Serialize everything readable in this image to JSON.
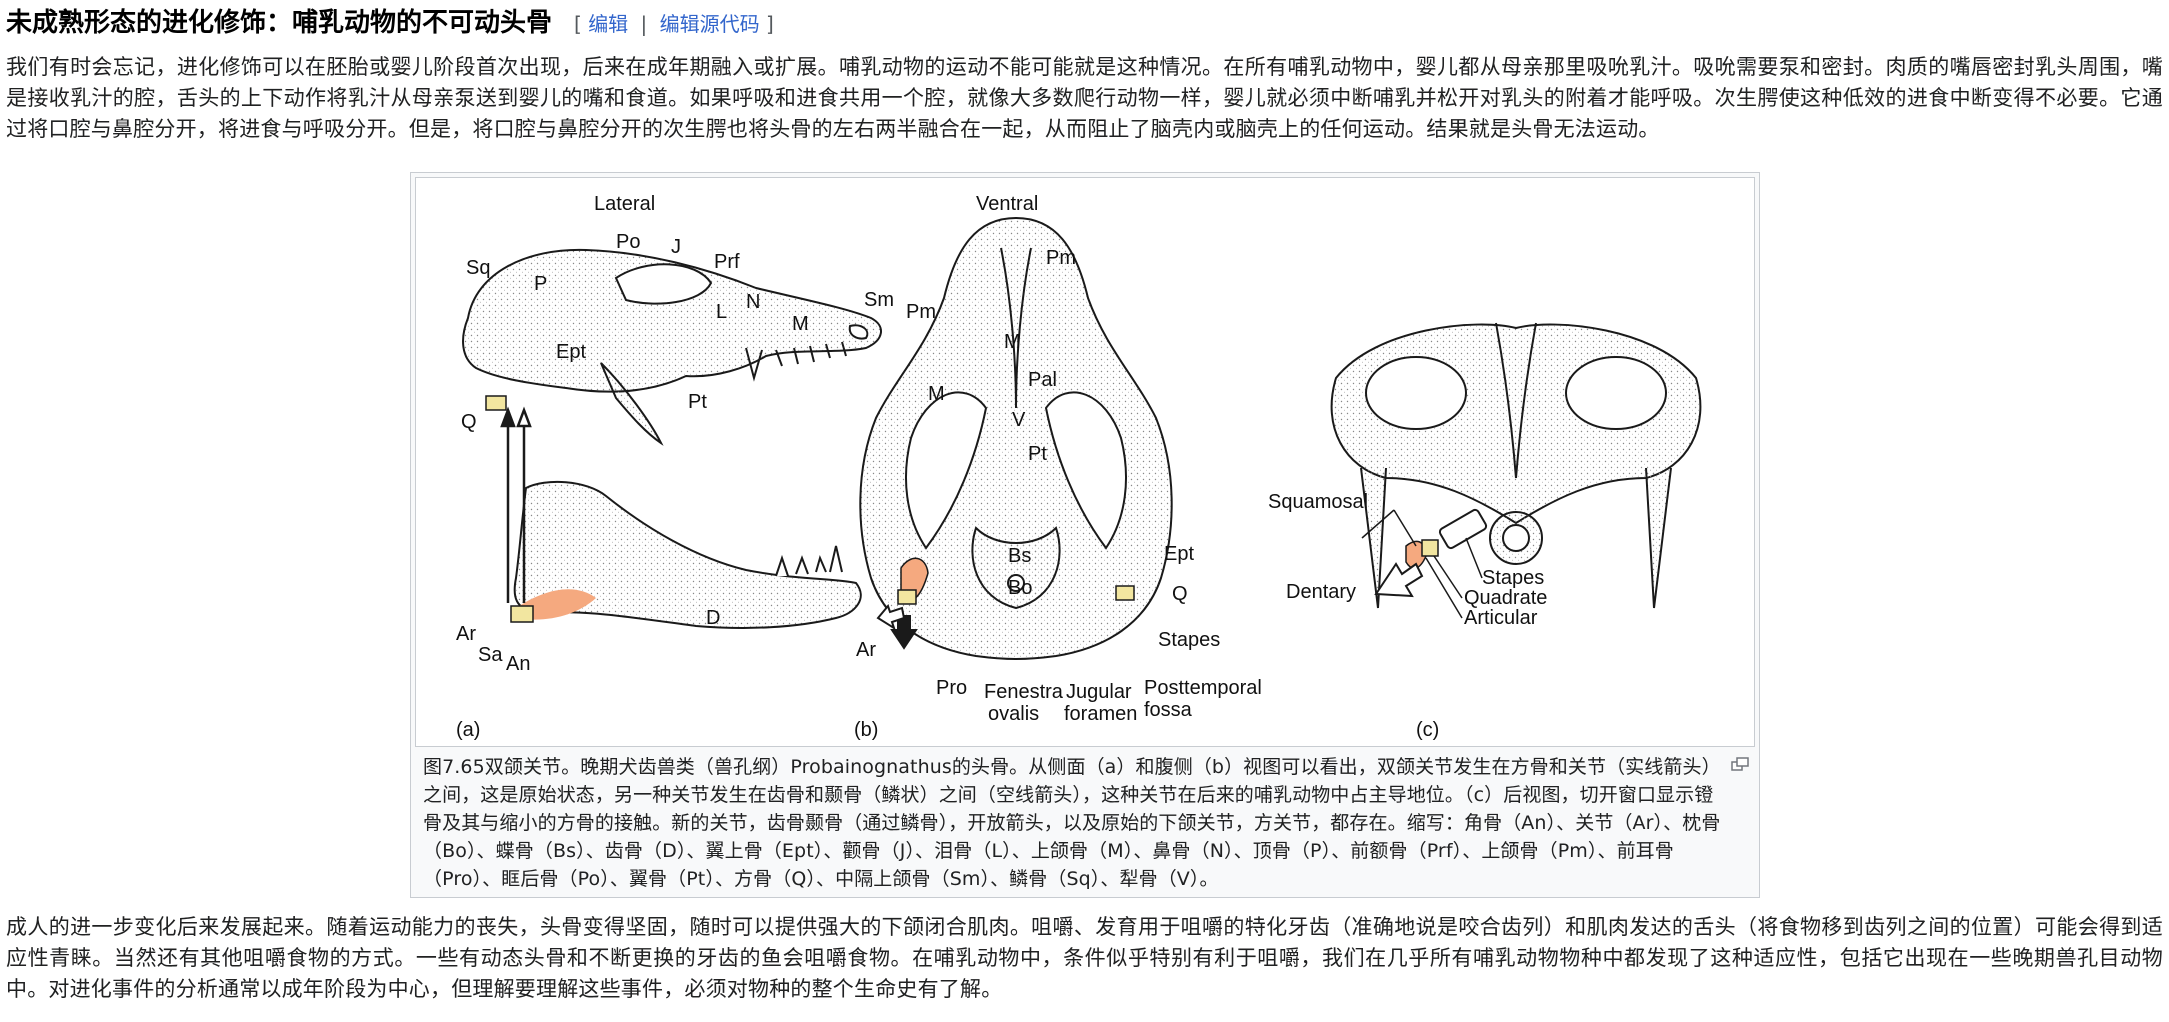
{
  "section": {
    "title": "未成熟形态的进化修饰：哺乳动物的不可动头骨",
    "edit_open": "[",
    "edit_label": "编辑",
    "edit_sep": "|",
    "edit_source_label": "编辑源代码",
    "edit_close": "]"
  },
  "paragraph1": "我们有时会忘记，进化修饰可以在胚胎或婴儿阶段首次出现，后来在成年期融入或扩展。哺乳动物的运动不能可能就是这种情况。在所有哺乳动物中，婴儿都从母亲那里吸吮乳汁。吸吮需要泵和密封。肉质的嘴唇密封乳头周围，嘴是接收乳汁的腔，舌头的上下动作将乳汁从母亲泵送到婴儿的嘴和食道。如果呼吸和进食共用一个腔，就像大多数爬行动物一样，婴儿就必须中断哺乳并松开对乳头的附着才能呼吸。次生腭使这种低效的进食中断变得不必要。它通过将口腔与鼻腔分开，将进食与呼吸分开。但是，将口腔与鼻腔分开的次生腭也将头骨的左右两半融合在一起，从而阻止了脑壳内或脑壳上的任何运动。结果就是头骨无法运动。",
  "figure": {
    "panel_lateral": "Lateral",
    "panel_ventral": "Ventral",
    "panel_a": "(a)",
    "panel_b": "(b)",
    "panel_c": "(c)",
    "lateral_labels": {
      "sq": "Sq",
      "po": "Po",
      "j": "J",
      "prf": "Prf",
      "p": "P",
      "sm": "Sm",
      "pm": "Pm",
      "n": "N",
      "l": "L",
      "m": "M",
      "ept": "Ept",
      "pt": "Pt",
      "q": "Q",
      "d": "D",
      "ar": "Ar",
      "sa": "Sa",
      "an": "An"
    },
    "ventral_labels": {
      "pm": "Pm",
      "m1": "M",
      "m2": "M",
      "pal": "Pal",
      "v": "V",
      "pt": "Pt",
      "ept": "Ept",
      "bs": "Bs",
      "bo": "Bo",
      "q": "Q",
      "stapes": "Stapes",
      "ar": "Ar",
      "pro": "Pro",
      "fenestra1": "Fenestra",
      "fenestra2": "ovalis",
      "jugular1": "Jugular",
      "jugular2": "foramen",
      "posttemporal1": "Posttemporal",
      "posttemporal2": "fossa"
    },
    "posterior_labels": {
      "squamosal": "Squamosal",
      "dentary": "Dentary",
      "stapes": "Stapes",
      "quadrate": "Quadrate",
      "articular": "Articular"
    },
    "caption": "图7.65双颌关节。晚期犬齿兽类（兽孔纲）Probainognathus的头骨。从侧面（a）和腹侧（b）视图可以看出，双颌关节发生在方骨和关节（实线箭头）之间，这是原始状态，另一种关节发生在齿骨和颞骨（鳞状）之间（空线箭头），这种关节在后来的哺乳动物中占主导地位。（c）后视图，切开窗口显示镫骨及其与缩小的方骨的接触。新的关节，齿骨颞骨（通过鳞骨），开放箭头，以及原始的下颌关节，方关节，都存在。缩写：角骨（An）、关节（Ar）、枕骨（Bo）、蝶骨（Bs）、齿骨（D）、翼上骨（Ept）、颧骨（J）、泪骨（L）、上颌骨（M）、鼻骨（N）、顶骨（P）、前额骨（Prf）、上颌骨（Pm）、前耳骨（Pro）、眶后骨（Po）、翼骨（Pt）、方骨（Q）、中隔上颌骨（Sm）、鳞骨（Sq）、犁骨（V）。",
    "colors": {
      "quadrate": "#f2e6a0",
      "articular_highlight": "#f5a97f",
      "bone_stroke": "#1a1a1a"
    }
  },
  "paragraph2": "成人的进一步变化后来发展起来。随着运动能力的丧失，头骨变得坚固，随时可以提供强大的下颌闭合肌肉。咀嚼、发育用于咀嚼的特化牙齿（准确地说是咬合齿列）和肌肉发达的舌头（将食物移到齿列之间的位置）可能会得到适应性青睐。当然还有其他咀嚼食物的方式。一些有动态头骨和不断更换的牙齿的鱼会咀嚼食物。在哺乳动物中，条件似乎特别有利于咀嚼，我们在几乎所有哺乳动物物种中都发现了这种适应性，包括它出现在一些晚期兽孔目动物中。对进化事件的分析通常以成年阶段为中心，但理解要理解这些事件，必须对物种的整个生命史有了解。"
}
